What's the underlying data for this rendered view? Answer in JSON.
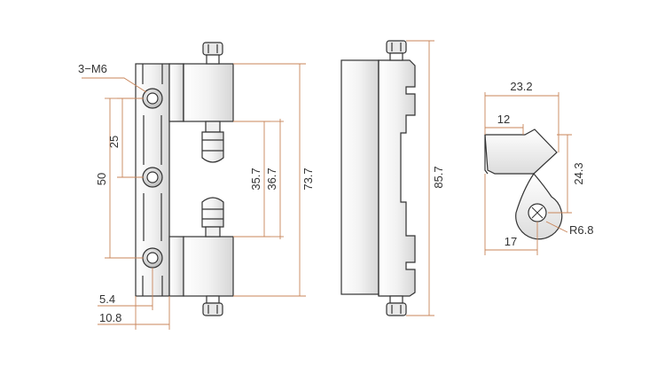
{
  "labels": {
    "holes": "3−M6",
    "pitch": "25",
    "spacing": "50",
    "bolt_offset": "5.4",
    "leaf_width": "10.8",
    "pin_gap_inner": "35.7",
    "pin_gap_outer": "36.7",
    "body_length": "73.7",
    "total_length": "85.7",
    "side_width": "23.2",
    "side_leaf": "12",
    "side_height": "24.3",
    "side_knuckle_offset": "17",
    "radius": "R6.8"
  },
  "colors": {
    "outline": "#333333",
    "dimension": "#c8855a",
    "text": "#333333",
    "shading": "#d9d9d9"
  }
}
